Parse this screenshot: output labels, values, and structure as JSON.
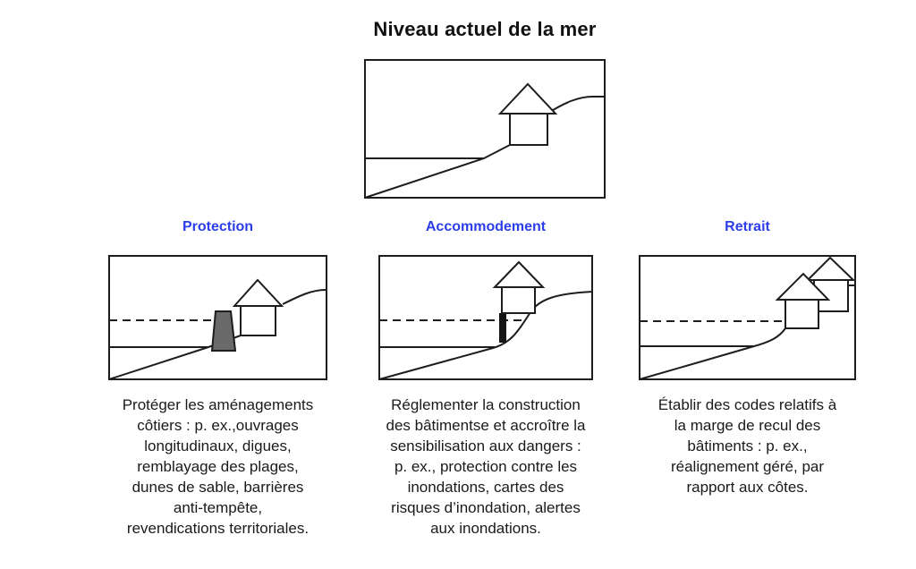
{
  "title": "Niveau actuel de la mer",
  "colors": {
    "label_blue": "#2C3EEA",
    "line": "#1d1d1d",
    "seawall_gray": "#6a6a6a",
    "stilt_black": "#141414",
    "text": "#1a1a1a",
    "background": "#ffffff"
  },
  "top_figure": {
    "name": "current-sea-level-diagram",
    "elements": [
      "coastline-slope",
      "sea-level-line",
      "house"
    ]
  },
  "columns": [
    {
      "label": "Protection",
      "figure_elements": [
        "dashed-projected-sea-level",
        "sea-level-line",
        "coastline-slope",
        "seawall",
        "house"
      ],
      "description": "Protéger les aménagements\ncôtiers : p. ex.,ouvrages\nlongitudinaux, digues,\nremblayage des plages,\ndunes de sable, barrières\nanti-tempête,\nrevendications territoriales."
    },
    {
      "label": "Accommodement",
      "figure_elements": [
        "dashed-projected-sea-level",
        "sea-level-line",
        "coastline-slope",
        "stilt",
        "elevated-house"
      ],
      "description": "Réglementer la construction\ndes bâtimentse et accroître la\nsensibilisation aux dangers :\np. ex., protection contre les\ninondations, cartes des\nrisques d’inondation, alertes\naux inondations."
    },
    {
      "label": "Retrait",
      "figure_elements": [
        "dashed-projected-sea-level",
        "sea-level-line",
        "coastline-slope",
        "house-original",
        "house-relocated"
      ],
      "description": "Établir des codes relatifs à\nla marge de recul des\nbâtiments : p. ex.,\nréalignement géré, par\nrapport aux côtes."
    }
  ]
}
